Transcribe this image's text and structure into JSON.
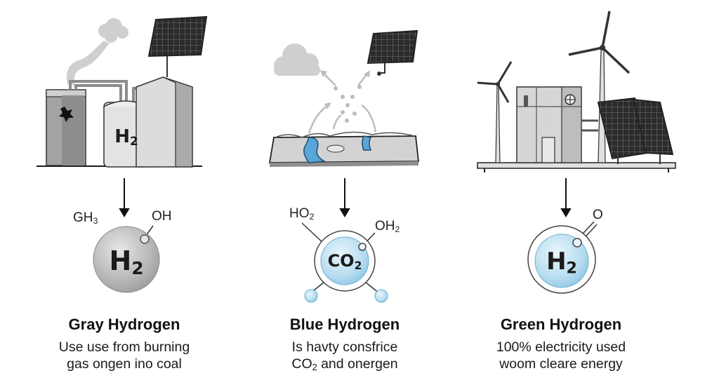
{
  "columns": [
    {
      "key": "gray",
      "plant_label_main": "H",
      "plant_label_sub": "2",
      "molecule": {
        "ball_main": "H",
        "ball_sub": "2",
        "left_main": "GH",
        "left_sub": "3",
        "right_main": "OH",
        "right_sub": ""
      },
      "title": "Gray Hydrogen",
      "desc_line1": "Use use from burning",
      "desc_line2": "gas ongen ino coal"
    },
    {
      "key": "blue",
      "molecule": {
        "ball_main": "CO",
        "ball_sub": "2",
        "left_main": "HO",
        "left_sub": "2",
        "right_main": "OH",
        "right_sub": "2"
      },
      "title": "Blue Hydrogen",
      "desc_line1": "Is havty consfrice",
      "desc_line2_main": "CO",
      "desc_line2_sub": "2",
      "desc_line2_rest": " and onergen"
    },
    {
      "key": "green",
      "molecule": {
        "ball_main": "H",
        "ball_sub": "2",
        "right_main": "O",
        "right_sub": ""
      },
      "title": "Green Hydrogen",
      "desc_line1": "100% electricity used",
      "desc_line2": "woom cleare energy"
    }
  ],
  "colors": {
    "gray_ball": "#b9b9b9",
    "blue_ball": "#bfe0f1",
    "blue_water": "#5aa6d6",
    "line": "#1a1a1a",
    "building": "#d8d8d8",
    "building_dark": "#9a9a9a"
  },
  "icons": [
    "smokestack-icon",
    "solar-panel-icon",
    "cloud-icon",
    "wind-turbine-icon",
    "arrow-down-icon"
  ]
}
